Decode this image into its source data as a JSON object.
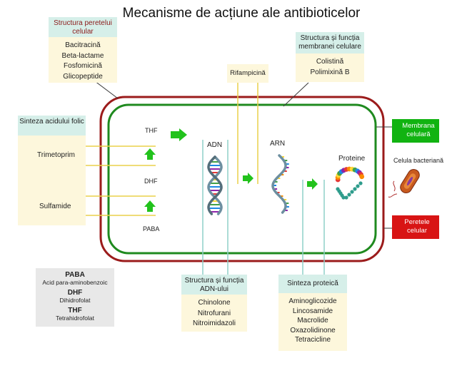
{
  "title": "Mecanisme de acțiune ale antibioticelor",
  "cell_wall_box": {
    "header": "Structura peretelui celular",
    "items": [
      "Bacitracină",
      "Beta-lactame",
      "Fosfomicină",
      "Glicopeptide"
    ]
  },
  "membrane_box": {
    "header": "Structura și funcția membranei celulare",
    "items": [
      "Colistină",
      "Polimixină B"
    ]
  },
  "rifampicin_box": {
    "label": "Rifampicină"
  },
  "folic_box": {
    "header": "Sinteza acidului folic",
    "drugs": [
      "Trimetoprim",
      "Sulfamide"
    ]
  },
  "dna_box": {
    "header": "Structura și funcția ADN-ului",
    "items": [
      "Chinolone",
      "Nitrofurani",
      "Nitroimidazoli"
    ]
  },
  "protein_box": {
    "header": "Sinteza proteică",
    "items": [
      "Aminoglicozide",
      "Lincosamide",
      "Macrolide",
      "Oxazolidinone",
      "Tetracicline"
    ]
  },
  "cell_labels": {
    "thf": "THF",
    "dhf": "DHF",
    "paba": "PABA",
    "dna": "ADN",
    "rna": "ARN",
    "proteins": "Proteine"
  },
  "legend": [
    {
      "abbr": "PABA",
      "full": "Acid para-aminobenzoic"
    },
    {
      "abbr": "DHF",
      "full": "Dihidrofolat"
    },
    {
      "abbr": "THF",
      "full": "Tetrahidrofolat"
    }
  ],
  "membrane_tag": "Membrana celulară",
  "wall_tag": "Peretele celular",
  "bacterium_label": "Celula bacteriană",
  "colors": {
    "cell_wall": "#9b1b1b",
    "membrane": "#1f8a1f",
    "arrow_green": "#22c21c",
    "box_fill": "#fdf7dc",
    "box_header": "#d6efe9",
    "connector_yellow": "#ead04a",
    "connector_teal": "#8fd0c8",
    "connector_gray": "#3a3a3a",
    "membrane_tag_fill": "#11b311",
    "wall_tag_fill": "#d81414",
    "legend_fill": "#e8e8e8"
  },
  "icons": [
    "up-arrow-icon",
    "right-arrow-icon",
    "dna-helix-icon",
    "rna-helix-icon",
    "protein-chain-icon",
    "bacterium-icon"
  ]
}
